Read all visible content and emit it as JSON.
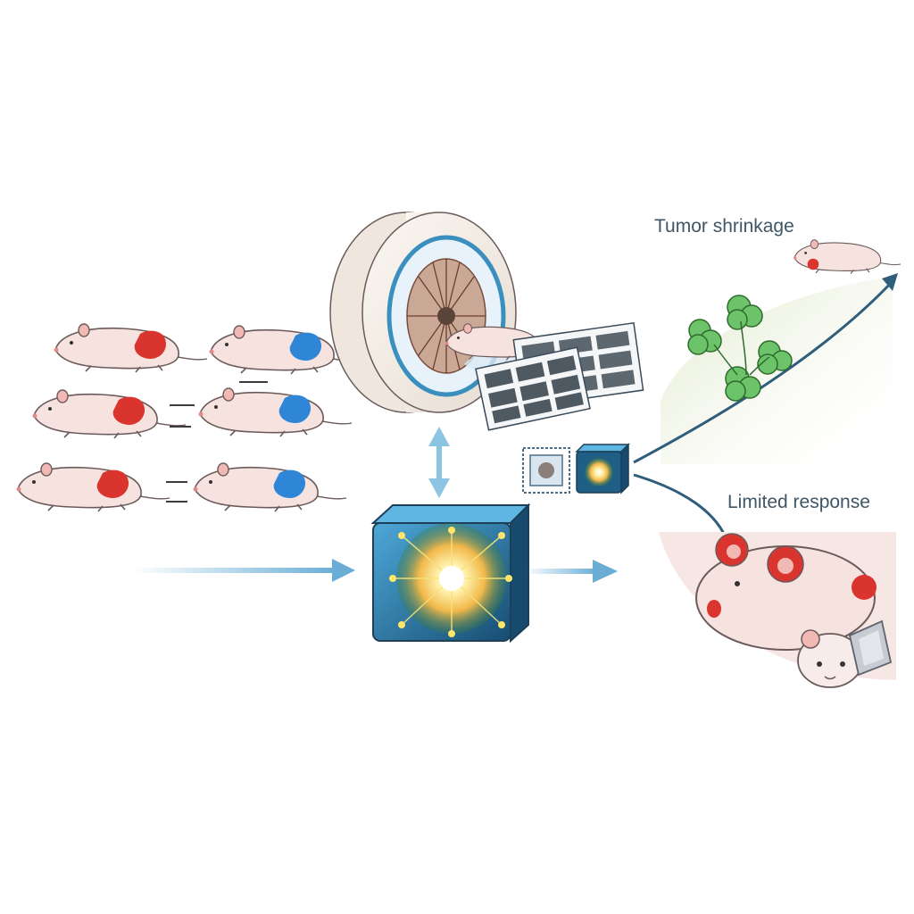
{
  "labels": {
    "tumor_shrinkage": "Tumor shrinkage",
    "limited_response": "Limited response"
  },
  "groups": [
    {
      "name": "red-tumor-cohort",
      "tumor_color": "#d9352e",
      "count": 3
    },
    {
      "name": "blue-tumor-cohort",
      "tumor_color": "#2f86d6",
      "count": 3
    }
  ],
  "colors": {
    "mouse_body": "#f6e3df",
    "mouse_outline": "#6b5a5a",
    "arrow": "#6aaed6",
    "trend_arrow": "#2f5d7c",
    "scanner_ring": "#f3ede6",
    "scanner_rim": "#3a8fbf",
    "cube_face": "#1f5f86",
    "cube_glow": "#fff3b0",
    "leaf": "#6cc36a"
  },
  "icons": [
    "mouse-icon",
    "mri-scanner-icon",
    "ai-cube-icon",
    "scan-film-icon",
    "leaf-icon",
    "bandage-icon"
  ]
}
